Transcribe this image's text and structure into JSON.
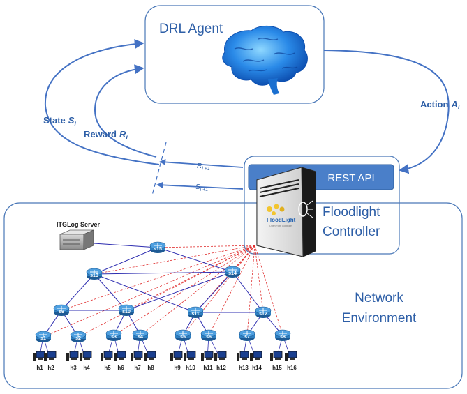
{
  "agent": {
    "title": "DRL Agent"
  },
  "signals": {
    "state_word": "State",
    "state_sym": "S",
    "state_sub": "i",
    "reward_word": "Reward",
    "reward_sym": "R",
    "reward_sub": "i",
    "action_word": "Action",
    "action_sym": "A",
    "action_sub": "i",
    "r_next_sym": "R",
    "r_next_sub": "i +1",
    "s_next_sym": "S",
    "s_next_sub": "i +1"
  },
  "controller": {
    "api_label": "REST API",
    "name_line1": "Floodlight",
    "name_line2": "Controller",
    "logo_text": "FloodLight",
    "logo_tagline": "Open Flow Controller"
  },
  "environment": {
    "line1": "Network",
    "line2": "Environment",
    "server_label": "ITGLog Server"
  },
  "switches": [
    "s1",
    "s2",
    "s3",
    "s4",
    "s5",
    "s6",
    "s7",
    "s8",
    "s9",
    "s10",
    "s11",
    "s12",
    "s13",
    "s14",
    "s15"
  ],
  "hosts": [
    "h1",
    "h2",
    "h3",
    "h4",
    "h5",
    "h6",
    "h7",
    "h8",
    "h9",
    "h10",
    "h11",
    "h12",
    "h13",
    "h14",
    "h15",
    "h16"
  ],
  "colors": {
    "accent": "#4472c4",
    "box_border": "#4a78b8",
    "api_fill": "#4a7fc9",
    "link": "#2d2db0",
    "control_link": "#e03030",
    "switch": "#2f7fc0"
  }
}
